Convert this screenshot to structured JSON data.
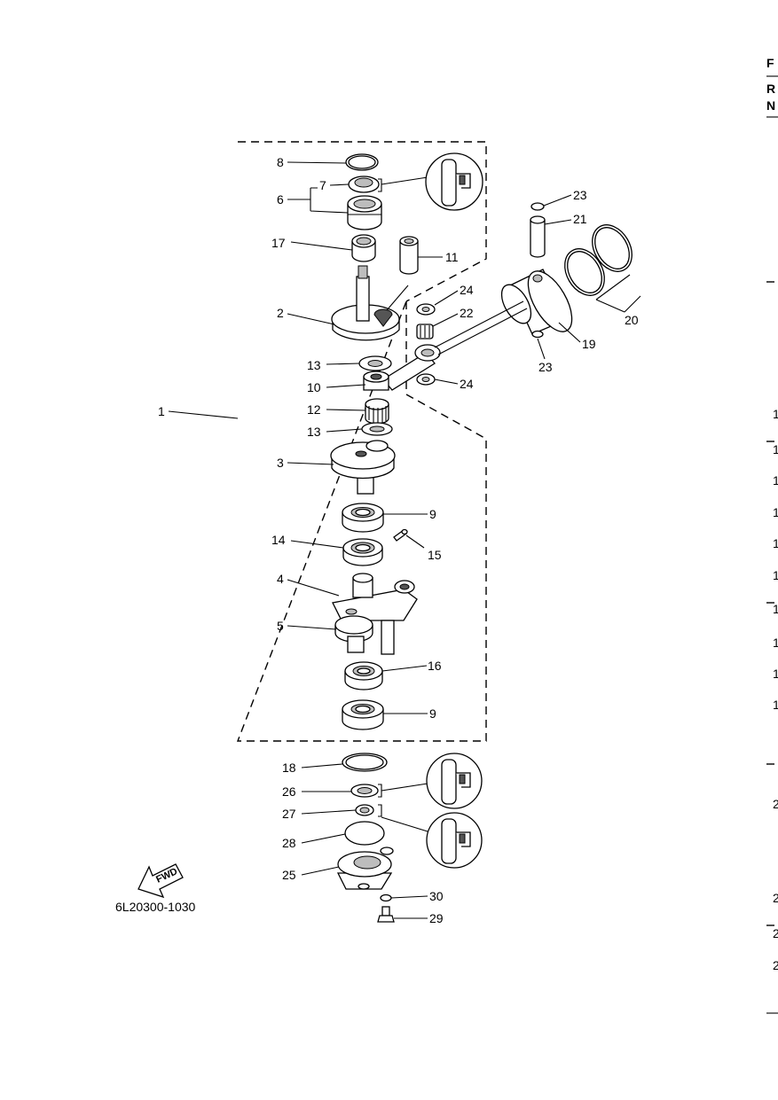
{
  "diagram": {
    "code": "6L20300-1030",
    "fwd_text": "FWD",
    "edge_header": [
      "F",
      "R",
      "N"
    ],
    "edge_marks": [
      "1",
      "1",
      "1",
      "1",
      "1",
      "1",
      "1",
      "1",
      "1",
      "1",
      "2",
      "2",
      "2",
      "2"
    ],
    "callouts": [
      {
        "id": "8",
        "label": "8"
      },
      {
        "id": "7",
        "label": "7"
      },
      {
        "id": "6",
        "label": "6"
      },
      {
        "id": "17",
        "label": "17"
      },
      {
        "id": "11",
        "label": "11"
      },
      {
        "id": "2",
        "label": "2"
      },
      {
        "id": "13a",
        "label": "13"
      },
      {
        "id": "10",
        "label": "10"
      },
      {
        "id": "12",
        "label": "12"
      },
      {
        "id": "13b",
        "label": "13"
      },
      {
        "id": "3",
        "label": "3"
      },
      {
        "id": "9a",
        "label": "9"
      },
      {
        "id": "14",
        "label": "14"
      },
      {
        "id": "15",
        "label": "15"
      },
      {
        "id": "4",
        "label": "4"
      },
      {
        "id": "5",
        "label": "5"
      },
      {
        "id": "16",
        "label": "16"
      },
      {
        "id": "9b",
        "label": "9"
      },
      {
        "id": "1",
        "label": "1"
      },
      {
        "id": "23a",
        "label": "23"
      },
      {
        "id": "21",
        "label": "21"
      },
      {
        "id": "24a",
        "label": "24"
      },
      {
        "id": "22",
        "label": "22"
      },
      {
        "id": "20",
        "label": "20"
      },
      {
        "id": "19",
        "label": "19"
      },
      {
        "id": "23b",
        "label": "23"
      },
      {
        "id": "24b",
        "label": "24"
      },
      {
        "id": "18",
        "label": "18"
      },
      {
        "id": "26",
        "label": "26"
      },
      {
        "id": "27",
        "label": "27"
      },
      {
        "id": "28",
        "label": "28"
      },
      {
        "id": "25",
        "label": "25"
      },
      {
        "id": "30",
        "label": "30"
      },
      {
        "id": "29",
        "label": "29"
      }
    ]
  }
}
